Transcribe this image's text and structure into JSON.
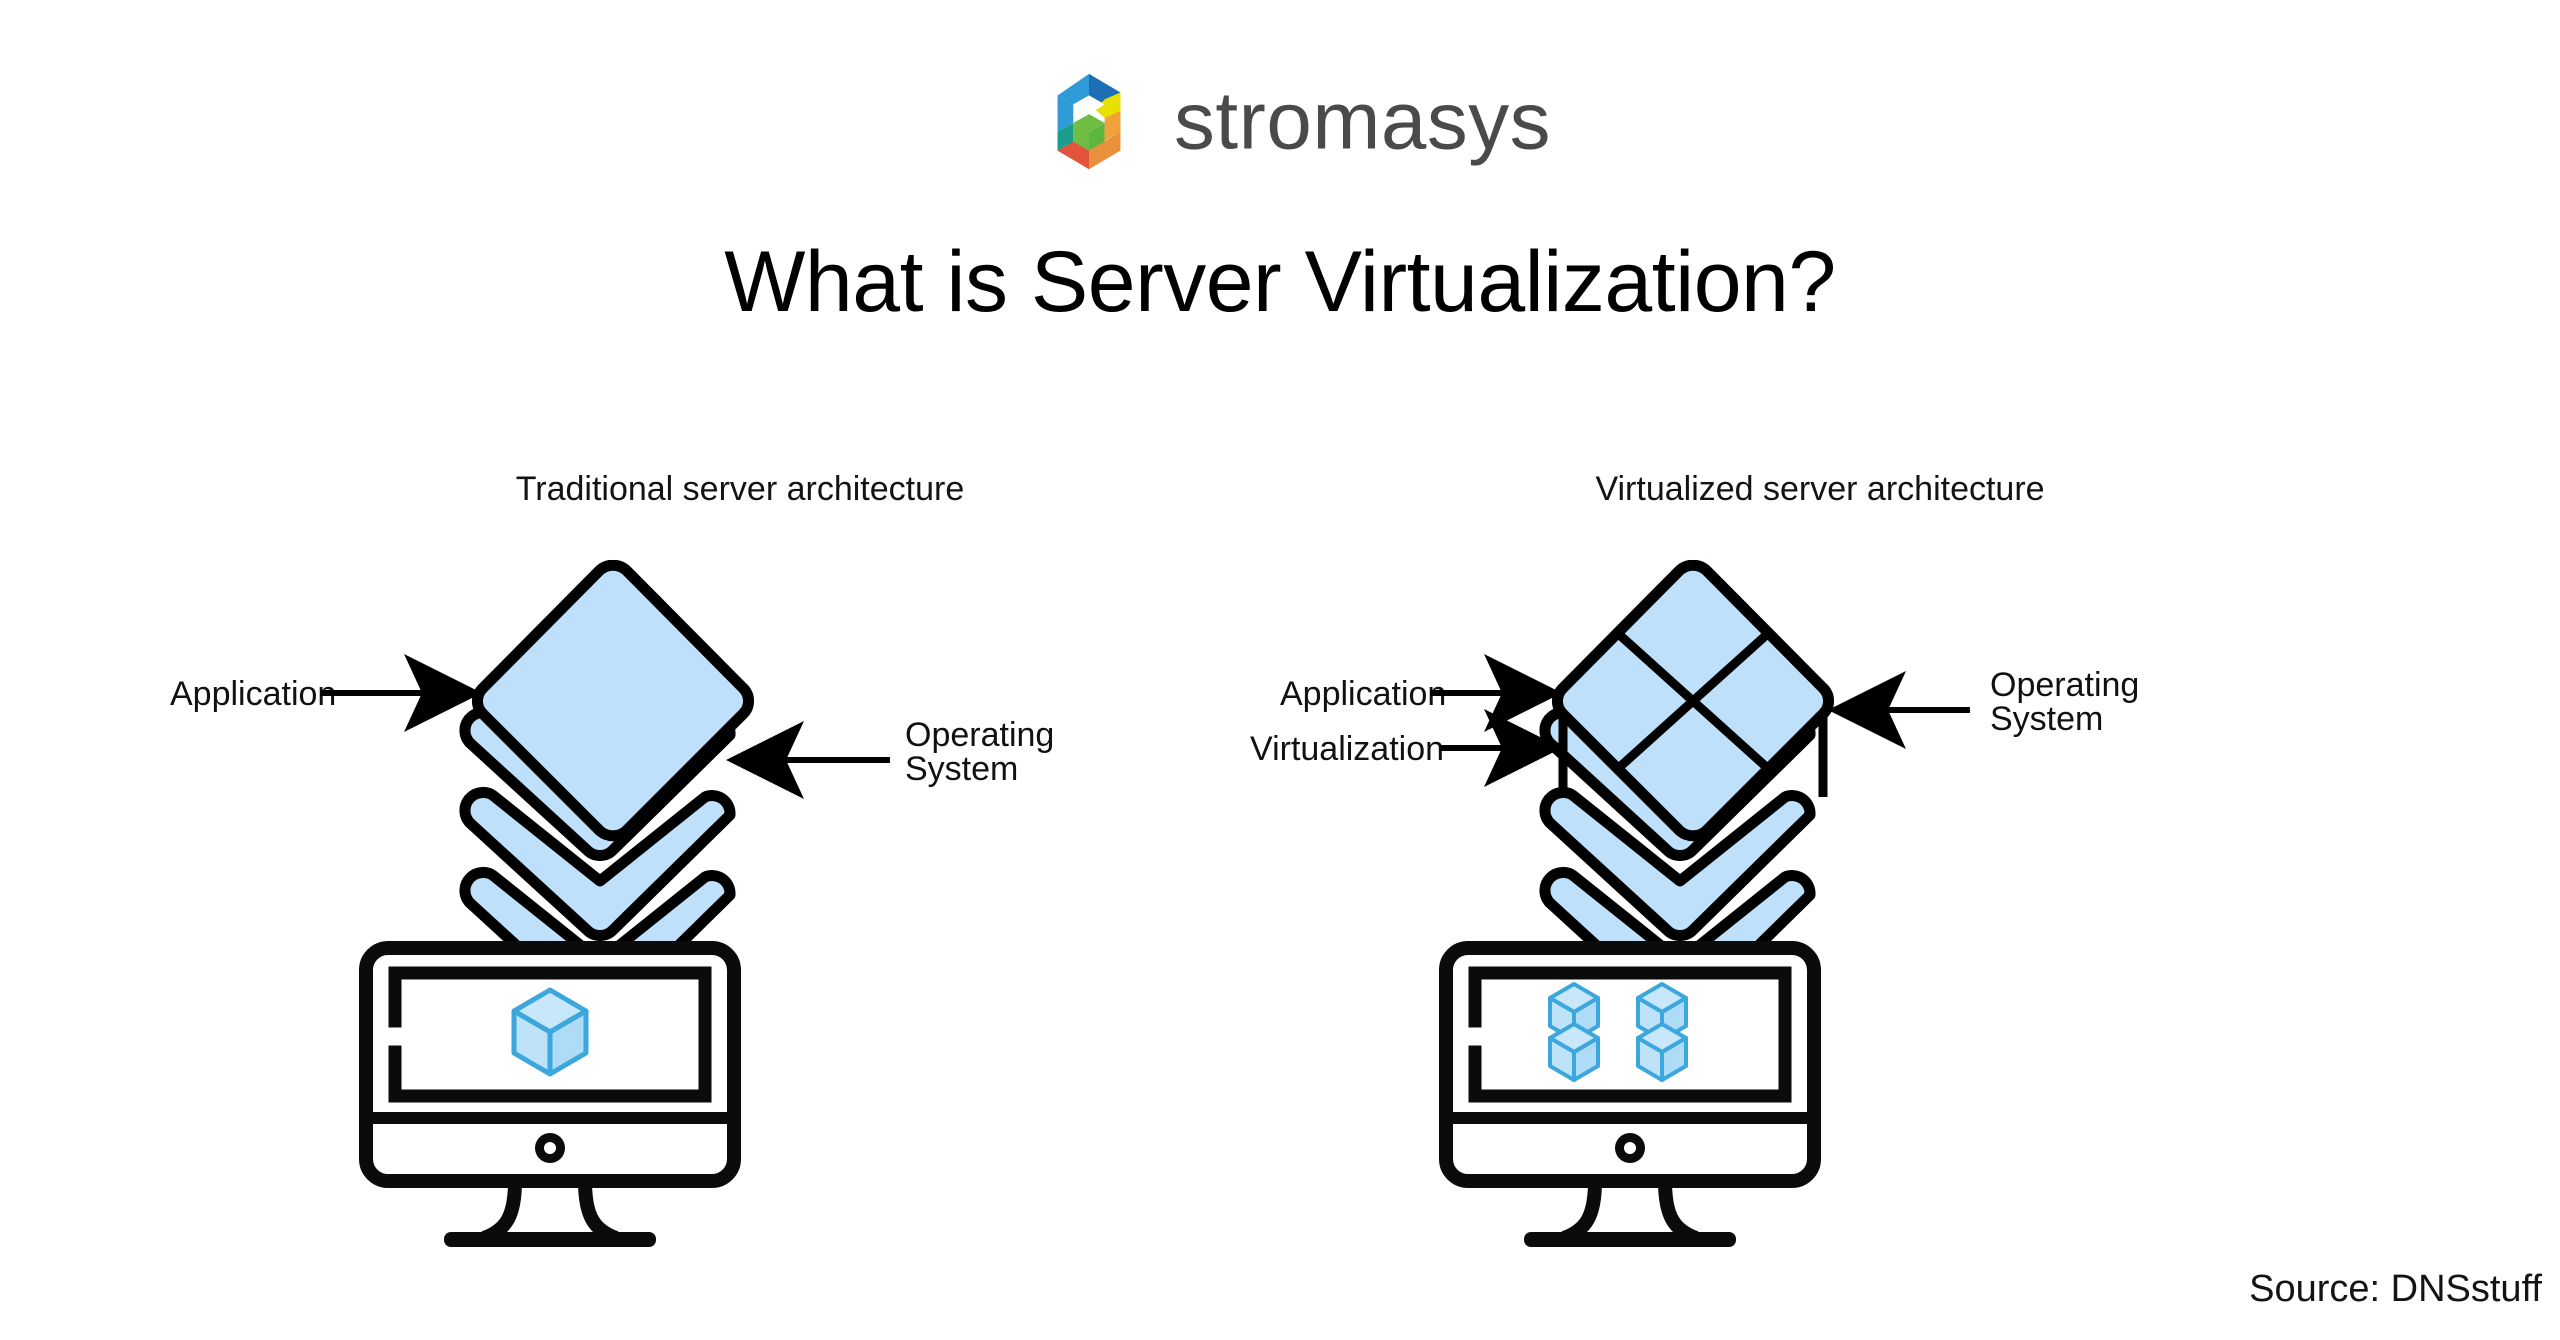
{
  "brand": {
    "name": "stromasys",
    "logo_icon": "stromasys-hex-logo-icon",
    "colors": {
      "blue": "#2E9BD6",
      "blue_dark": "#1C6FB4",
      "teal": "#199D8C",
      "green": "#6EBE44",
      "green_dark": "#3FA352",
      "yellow": "#E8E000",
      "yellow_dark": "#C6D117",
      "orange": "#F2A03C",
      "orange_dark": "#E07A2B",
      "red": "#E2553C",
      "wordmark_gray": "#4A4A4A"
    }
  },
  "title": "What is Server Virtualization?",
  "columns": [
    {
      "id": "traditional",
      "heading": "Traditional server architecture",
      "stack": {
        "layer_count": 4,
        "top_layer_divided": false,
        "fill": "#BEE0FB",
        "stroke": "#000000"
      },
      "annotations": [
        {
          "id": "application",
          "text": "Application",
          "lines": [
            "Application"
          ],
          "arrow": "arrow-right",
          "side": "left"
        },
        {
          "id": "operating-system",
          "text": "Operating System",
          "lines": [
            "Operating",
            "System"
          ],
          "arrow": "arrow-left",
          "side": "right"
        }
      ],
      "monitor": {
        "cube_count": 1,
        "cube_fill": "#BEE3F8",
        "cube_stroke": "#3BA7DC",
        "frame_stroke": "#0B0B0B"
      }
    },
    {
      "id": "virtualized",
      "heading": "Virtualized server architecture",
      "stack": {
        "layer_count": 4,
        "top_layer_divided": true,
        "fill": "#BEE0FB",
        "stroke": "#000000"
      },
      "annotations": [
        {
          "id": "application",
          "text": "Application",
          "lines": [
            "Application"
          ],
          "arrow": "arrow-right",
          "side": "left"
        },
        {
          "id": "virtualization",
          "text": "Virtualization",
          "lines": [
            "Virtualization"
          ],
          "arrow": "arrow-right",
          "side": "left"
        },
        {
          "id": "operating-system",
          "text": "Operating System",
          "lines": [
            "Operating",
            "System"
          ],
          "arrow": "arrow-left",
          "side": "right"
        }
      ],
      "monitor": {
        "cube_count": 4,
        "cube_fill": "#BEE3F8",
        "cube_stroke": "#3BA7DC",
        "frame_stroke": "#0B0B0B"
      }
    }
  ],
  "source": "Source: DNSstuff"
}
